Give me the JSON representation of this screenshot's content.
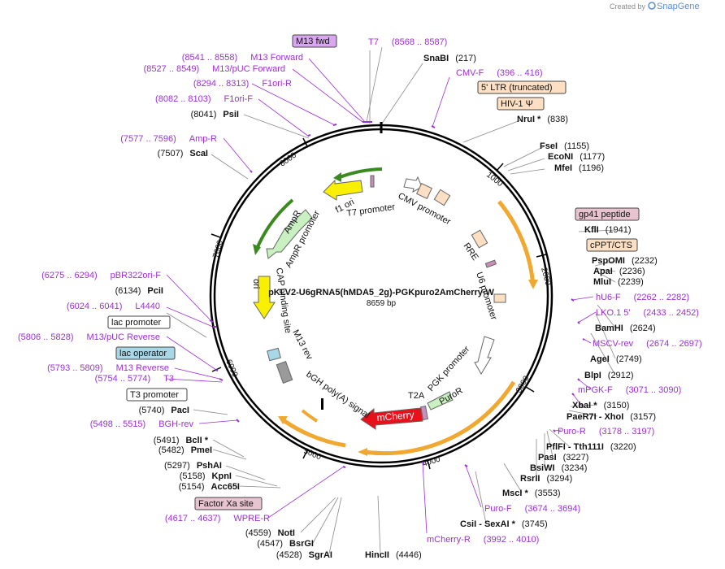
{
  "credit": {
    "prefix": "Created by",
    "brand": "SnapGene"
  },
  "plasmid": {
    "name": "pKLV2-U6gRNA5(hMDA5_2g)-PGKpuro2AmCherry-W",
    "length": "8659 bp"
  },
  "ticks": [
    "1000",
    "2000",
    "3000",
    "4000",
    "5000",
    "6000",
    "7000",
    "8000"
  ],
  "boxed": [
    {
      "label": "M13 fwd",
      "color": "#d9a6f0"
    },
    {
      "label": "5' LTR (truncated)",
      "color": "#fde0c4"
    },
    {
      "label": "HIV-1 Ψ",
      "color": "#fde0c4"
    },
    {
      "label": "gp41 peptide",
      "color": "#e8c4d0"
    },
    {
      "label": "cPPT/CTS",
      "color": "#fde0c4"
    },
    {
      "label": "lac promoter",
      "color": "#ffffff"
    },
    {
      "label": "lac operator",
      "color": "#a8d8e8"
    },
    {
      "label": "T3 promoter",
      "color": "#ffffff"
    },
    {
      "label": "Factor Xa site",
      "color": "#e8c4d0"
    }
  ],
  "enzymes": [
    {
      "name": "SnaBI",
      "pos": "(217)"
    },
    {
      "name": "NruI *",
      "pos": "(838)"
    },
    {
      "name": "FseI",
      "pos": "(1155)"
    },
    {
      "name": "EcoNI",
      "pos": "(1177)"
    },
    {
      "name": "MfeI",
      "pos": "(1196)"
    },
    {
      "name": "KflI",
      "pos": "(1941)"
    },
    {
      "name": "PspOMI",
      "pos": "(2232)"
    },
    {
      "name": "ApaI",
      "pos": "(2236)"
    },
    {
      "name": "MluI",
      "pos": "(2239)"
    },
    {
      "name": "BamHI",
      "pos": "(2624)"
    },
    {
      "name": "AgeI",
      "pos": "(2749)"
    },
    {
      "name": "BlpI",
      "pos": "(2912)"
    },
    {
      "name": "XbaI *",
      "pos": "(3150)"
    },
    {
      "name": "PaeR7I - XhoI",
      "pos": "(3157)"
    },
    {
      "name": "PflFI - Tth111I",
      "pos": "(3220)"
    },
    {
      "name": "PasI",
      "pos": "(3227)"
    },
    {
      "name": "BsiWI",
      "pos": "(3234)"
    },
    {
      "name": "RsrII",
      "pos": "(3294)"
    },
    {
      "name": "MscI *",
      "pos": "(3553)"
    },
    {
      "name": "CsiI - SexAI *",
      "pos": "(3745)"
    },
    {
      "name": "HincII",
      "pos": "(4446)"
    },
    {
      "name": "SgrAI",
      "pos": "(4528)"
    },
    {
      "name": "BsrGI",
      "pos": "(4547)"
    },
    {
      "name": "NotI",
      "pos": "(4559)"
    },
    {
      "name": "Acc65I",
      "pos": "(5154)"
    },
    {
      "name": "KpnI",
      "pos": "(5158)"
    },
    {
      "name": "PshAI",
      "pos": "(5297)"
    },
    {
      "name": "PmeI",
      "pos": "(5482)"
    },
    {
      "name": "BclI *",
      "pos": "(5491)"
    },
    {
      "name": "PacI",
      "pos": "(5740)"
    },
    {
      "name": "PciI",
      "pos": "(6134)"
    },
    {
      "name": "ScaI",
      "pos": "(7507)"
    },
    {
      "name": "PsiI",
      "pos": "(8041)"
    }
  ],
  "primers": [
    {
      "name": "T7",
      "pos": "(8568 .. 8587)"
    },
    {
      "name": "CMV-F",
      "pos": "(396 .. 416)"
    },
    {
      "name": "hU6-F",
      "pos": "(2262 .. 2282)"
    },
    {
      "name": "LKO.1 5'",
      "pos": "(2433 .. 2452)"
    },
    {
      "name": "MSCV-rev",
      "pos": "(2674 .. 2697)"
    },
    {
      "name": "mPGK-F",
      "pos": "(3071 .. 3090)"
    },
    {
      "name": "Puro-R",
      "pos": "(3178 .. 3197)"
    },
    {
      "name": "Puro-F",
      "pos": "(3674 .. 3694)"
    },
    {
      "name": "mCherry-R",
      "pos": "(3992 .. 4010)"
    },
    {
      "name": "WPRE-R",
      "pos": "(4617 .. 4637)"
    },
    {
      "name": "BGH-rev",
      "pos": "(5498 .. 5515)"
    },
    {
      "name": "T3",
      "pos": "(5754 .. 5774)"
    },
    {
      "name": "M13 Reverse",
      "pos": "(5793 .. 5809)"
    },
    {
      "name": "M13/pUC Reverse",
      "pos": "(5806 .. 5828)"
    },
    {
      "name": "L4440",
      "pos": "(6024 .. 6041)"
    },
    {
      "name": "pBR322ori-F",
      "pos": "(6275 .. 6294)"
    },
    {
      "name": "Amp-R",
      "pos": "(7577 .. 7596)"
    },
    {
      "name": "F1ori-F",
      "pos": "(8082 .. 8103)"
    },
    {
      "name": "F1ori-R",
      "pos": "(8294 .. 8313)"
    },
    {
      "name": "M13/pUC Forward",
      "pos": "(8527 .. 8549)"
    },
    {
      "name": "M13 Forward",
      "pos": "(8541 .. 8558)"
    }
  ],
  "features": [
    {
      "label": "CMV promoter"
    },
    {
      "label": "RRE"
    },
    {
      "label": "U6 promoter"
    },
    {
      "label": "PGK promoter"
    },
    {
      "label": "PuroR"
    },
    {
      "label": "T2A"
    },
    {
      "label": "mCherry"
    },
    {
      "label": "bGH poly(A) signal"
    },
    {
      "label": "M13 rev"
    },
    {
      "label": "CAP binding site"
    },
    {
      "label": "ori"
    },
    {
      "label": "AmpR"
    },
    {
      "label": "AmpR promoter"
    },
    {
      "label": "f1 ori"
    },
    {
      "label": "T7 promoter"
    }
  ],
  "colors": {
    "backbone": "#000000",
    "enzyme_line": "#8a8a8a",
    "primer": "#9b30d6",
    "orf_orange": "#f0a830",
    "orf_green": "#3a8a20",
    "ori_yellow": "#f8f000",
    "ampr_green": "#c8f0c0",
    "mcherry_red": "#e8101a",
    "puror_green": "#c8f0c0",
    "promoter_white": "#ffffff",
    "ltr_peach": "#fde0c4",
    "bgh_gray": "#9a9a9a"
  }
}
